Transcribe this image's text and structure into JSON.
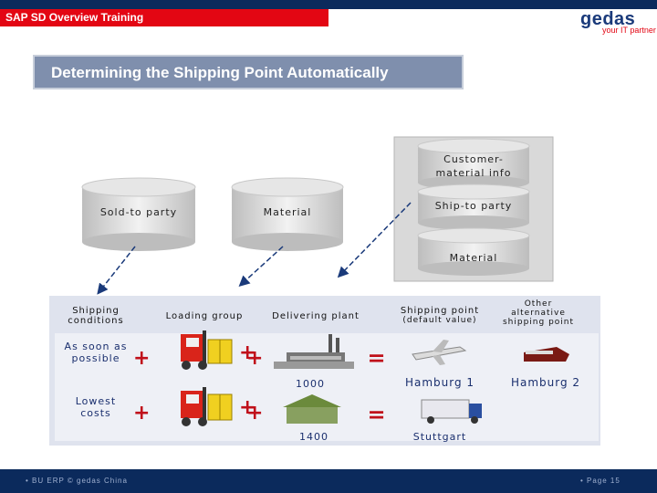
{
  "header": {
    "course_title": "SAP SD Overview Training",
    "logo_name": "gedas",
    "logo_tagline": "your IT partner"
  },
  "slide": {
    "title": "Determining the Shipping Point Automatically"
  },
  "sources": {
    "sold_to_party": "Sold-to party",
    "material": "Material",
    "customer_material_info": [
      "Customer-",
      "material info"
    ],
    "ship_to_party": "Ship-to party",
    "material_2": "Material"
  },
  "table": {
    "col_shipping_conditions": [
      "Shipping",
      "conditions"
    ],
    "col_loading_group": "Loading group",
    "col_delivering_plant": "Delivering plant",
    "col_shipping_point": [
      "Shipping point",
      "(default value)"
    ],
    "col_other": [
      "Other",
      "alternative",
      "shipping point"
    ],
    "row1_condition": [
      "As soon as",
      "possible"
    ],
    "row1_plant": "1000",
    "row1_shipping_point": "Hamburg 1",
    "row1_alternative": "Hamburg 2",
    "row2_condition": [
      "Lowest",
      "costs"
    ],
    "row2_plant": "1400",
    "row2_shipping_point": "Stuttgart",
    "plus": "+",
    "equals": "="
  },
  "footer": {
    "left": "• BU ERP © gedas China",
    "right": "• Page 15"
  },
  "colors": {
    "navy": "#0b2a5c",
    "red": "#e30613",
    "title_box": "#7f8fad",
    "panel": "#dfe3ee",
    "operator_red": "#c0101a"
  }
}
